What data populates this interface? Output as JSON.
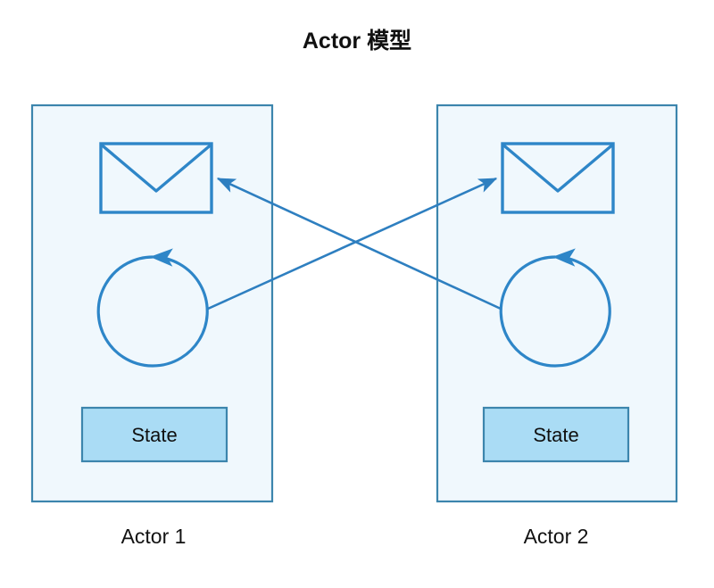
{
  "diagram": {
    "title": "Actor 模型",
    "background_color": "#ffffff",
    "title_color": "#111111",
    "panel_fill": "#f0f8fd",
    "panel_stroke": "#3c85ad",
    "icon_stroke": "#2e86c8",
    "state_fill": "#aadcf5",
    "state_stroke": "#3c85ad",
    "arrow_color": "#2e7fc0",
    "actors": [
      {
        "id": "actor-1",
        "label": "Actor 1",
        "mailbox_icon": "envelope-icon",
        "loop_icon": "circular-loop-arrow-icon",
        "state_label": "State"
      },
      {
        "id": "actor-2",
        "label": "Actor 2",
        "mailbox_icon": "envelope-icon",
        "loop_icon": "circular-loop-arrow-icon",
        "state_label": "State"
      }
    ],
    "connections": [
      {
        "id": "message-actor1-to-actor2",
        "from": "actor-1-loop",
        "to": "actor-2-mailbox"
      },
      {
        "id": "message-actor2-to-actor1",
        "from": "actor-2-loop",
        "to": "actor-1-mailbox"
      }
    ]
  }
}
